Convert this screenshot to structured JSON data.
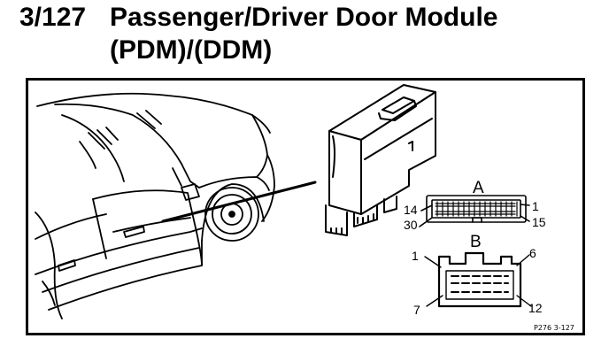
{
  "header": {
    "section_number": "3/127",
    "title_line1": "Passenger/Driver Door Module",
    "title_line2": "(PDM)/(DDM)"
  },
  "connector_a": {
    "name": "A",
    "pins_top_left": "14",
    "pins_top_right": "1",
    "pins_bottom_left": "30",
    "pins_bottom_right": "15"
  },
  "connector_b": {
    "name": "B",
    "pin_top_left": "1",
    "pin_top_right": "6",
    "pin_bottom_left": "7",
    "pin_bottom_right": "12"
  },
  "figure_ref": "P276  3-127"
}
